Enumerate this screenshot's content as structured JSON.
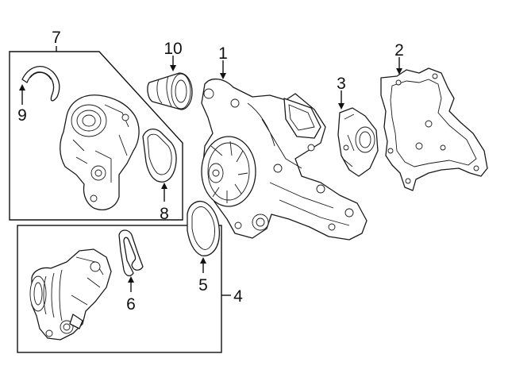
{
  "callouts": {
    "c1": "1",
    "c2": "2",
    "c3": "3",
    "c4": "4",
    "c5": "5",
    "c6": "6",
    "c7": "7",
    "c8": "8",
    "c9": "9",
    "c10": "10"
  },
  "parts": {
    "p1": "water-pump-housing-icon",
    "p2": "pump-gasket-icon",
    "p3": "seal-ring-icon",
    "p5": "o-ring-gasket-icon",
    "p6": "wire-clamp-icon",
    "p8": "thermostat-gasket-icon",
    "p9": "clamp-spring-icon",
    "p10": "coolant-hose-icon"
  }
}
